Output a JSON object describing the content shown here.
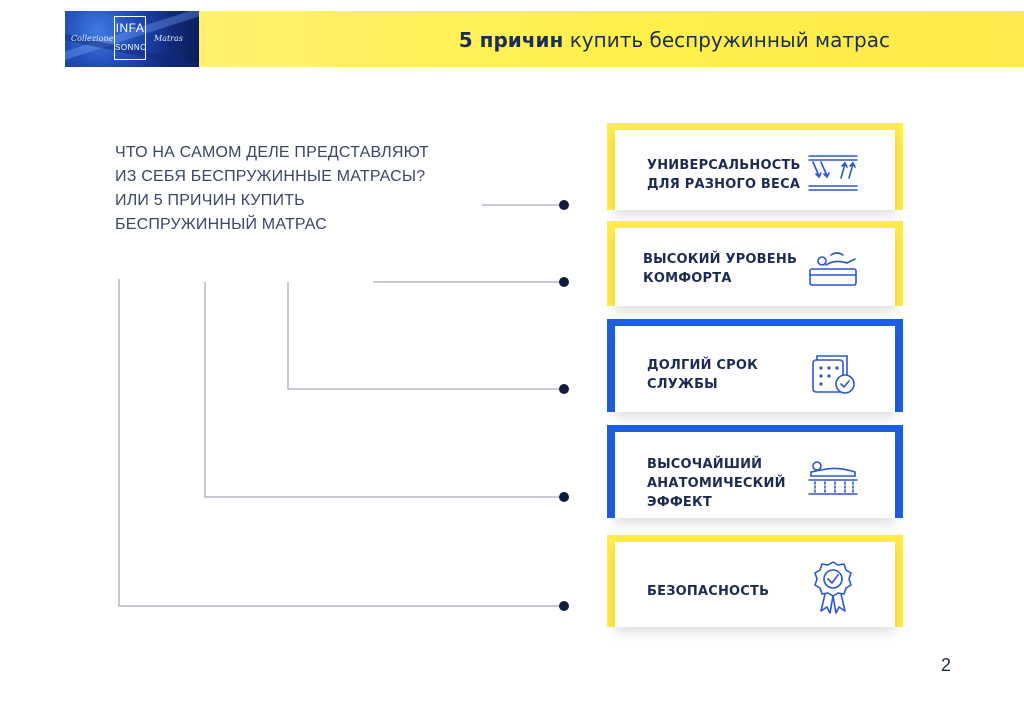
{
  "header": {
    "logo": {
      "line1": "INFA",
      "line2": "SONNO",
      "script_left": "Collezione",
      "script_right": "Matras"
    },
    "title_bold": "5 причин",
    "title_rest": " купить беспружинный матрас"
  },
  "intro": {
    "lines": [
      "ЧТО НА САМОМ ДЕЛЕ ПРЕДСТАВЛЯЮТ",
      "ИЗ СЕБЯ БЕСПРУЖИННЫЕ МАТРАСЫ?",
      "ИЛИ 5 ПРИЧИН КУПИТЬ",
      "БЕСПРУЖИННЫЙ МАТРАС"
    ]
  },
  "cards": [
    {
      "lines": [
        "УНИВЕРСАЛЬНОСТЬ",
        "ДЛЯ РАЗНОГО ВЕСА"
      ],
      "accent": "#ffec4a",
      "icon": "weight-arrows-icon"
    },
    {
      "lines": [
        "ВЫСОКИЙ УРОВЕНЬ",
        "КОМФОРТА"
      ],
      "accent": "#ffec4a",
      "icon": "sleeping-person-icon"
    },
    {
      "lines": [
        "ДОЛГИЙ СРОК",
        "СЛУЖБЫ"
      ],
      "accent": "#1e5fe0",
      "icon": "mattress-check-icon"
    },
    {
      "lines": [
        "ВЫСОЧАЙШИЙ",
        "АНАТОМИЧЕСКИЙ",
        "ЭФФЕКТ"
      ],
      "accent": "#1e5fe0",
      "icon": "anatomic-body-icon"
    },
    {
      "lines": [
        "БЕЗОПАСНОСТЬ"
      ],
      "accent": "#ffec4a",
      "icon": "safety-badge-icon"
    }
  ],
  "page_number": "2"
}
